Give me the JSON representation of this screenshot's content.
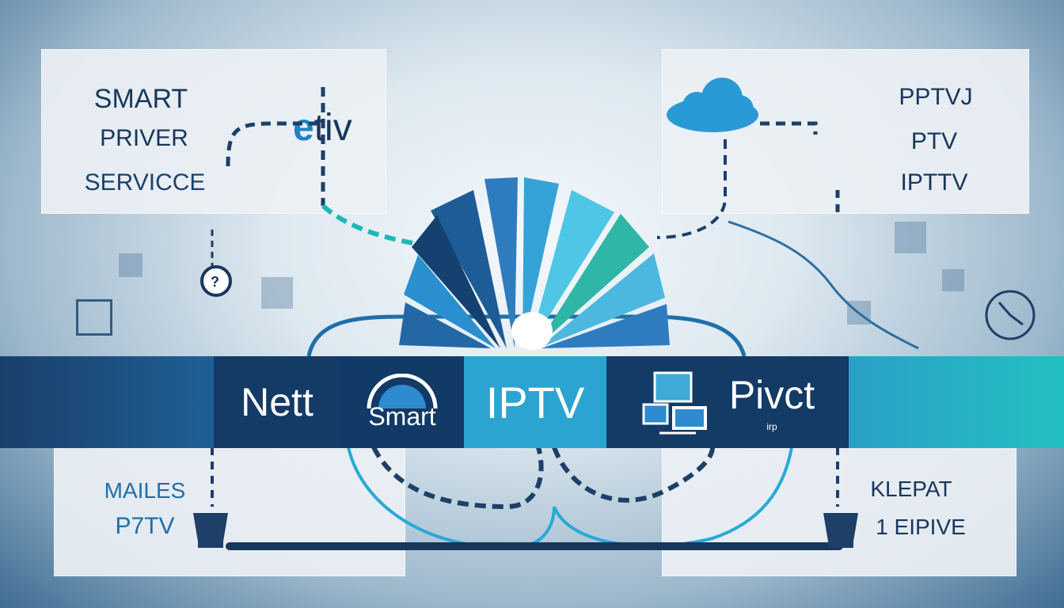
{
  "panels": {
    "top_left": {
      "lines": [
        "SMART",
        "PRIVER",
        "SERVICCE"
      ]
    },
    "top_right": {
      "lines": [
        "PPTVJ",
        "PTV",
        "IPTTV"
      ]
    },
    "bottom_left": {
      "lines": [
        "MAILES",
        "P7TV"
      ]
    },
    "bottom_right": {
      "lines": [
        "KLEPAT",
        "1 EIPIVE"
      ]
    }
  },
  "logo_text": "tiv",
  "band": {
    "item1": "Nett",
    "item2": "Smart",
    "item3": "IPTV",
    "item4": "Pivct",
    "item4_sub": "irp"
  },
  "colors": {
    "navy": "#123a66",
    "blue": "#1f6fa8",
    "cyan": "#28a9d8",
    "teal": "#1fb7b4",
    "panel": "#eceff3"
  },
  "icons": [
    "cloud-icon",
    "fan-icon",
    "smart-dial-icon",
    "devices-icon",
    "monitor-stand-icon",
    "clock-icon"
  ]
}
